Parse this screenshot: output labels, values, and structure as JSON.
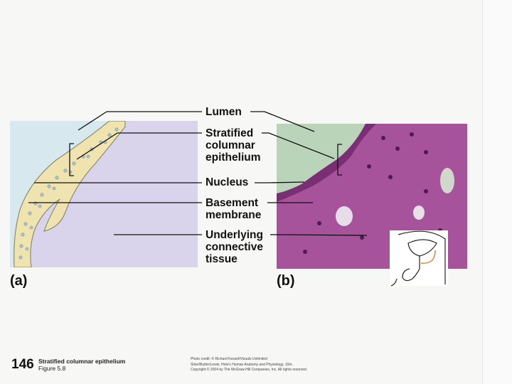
{
  "labels": {
    "lumen": "Lumen",
    "stratified": [
      "Stratified",
      "columnar",
      "epithelium"
    ],
    "nucleus": "Nucleus",
    "basement": [
      "Basement",
      "membrane"
    ],
    "underlying": [
      "Underlying",
      "connective",
      "tissue"
    ]
  },
  "panels": {
    "a": "(a)",
    "b": "(b)"
  },
  "footer": {
    "number": "146",
    "caption_title": "Stratified columnar epithelium",
    "caption_figure": "Figure 5.8",
    "credit": [
      "Photo credit: © Richard Kessel/Visuals Unlimited",
      "Shier/Butler/Lewis: Hole's Human Anatomy and Physiology, 10/e.",
      "Copyright © 2004 by The McGraw-Hill Companies, Inc. All rights reserved."
    ]
  },
  "colors": {
    "lumen_fill": "#d8e8ef",
    "connective_fill": "#d9d4ec",
    "epithelium_fill": "#efe3b0",
    "micrograph_stain": "#a7539c",
    "micrograph_lumen": "#b9d4b8"
  }
}
